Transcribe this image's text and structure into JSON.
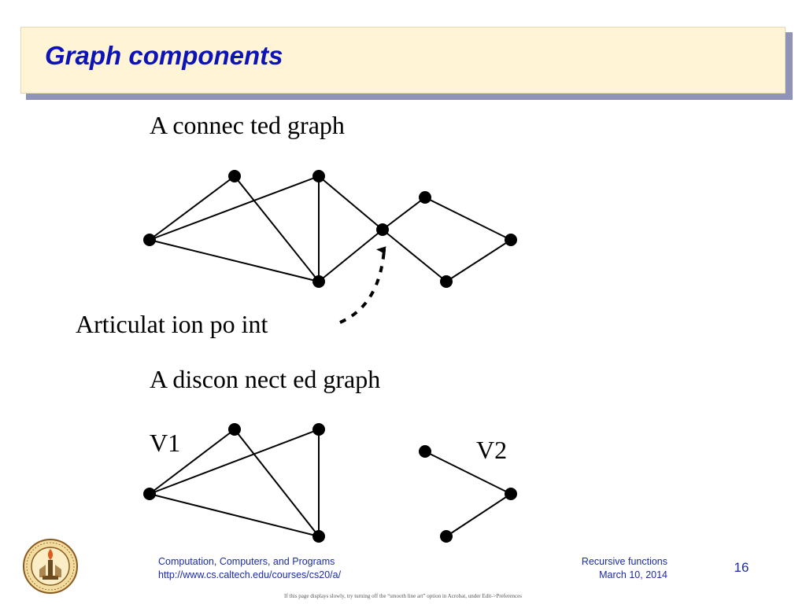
{
  "slide": {
    "title": "Graph components",
    "connected_label": "A connec ted  graph",
    "articulation_label": "Articulat ion po int",
    "disconnected_label": "A discon nect ed graph",
    "v1_label": "V1",
    "v2_label": "V2"
  },
  "colors": {
    "title": "#0c14b8",
    "title_box": "#fff4d6",
    "title_shadow": "#8f93b8",
    "footer_text": "#1a2ba8",
    "graph": "#000000"
  },
  "footer": {
    "course_name": "Computation, Computers, and Programs",
    "course_url": "http://www.cs.caltech.edu/courses/cs20/a/",
    "topic": "Recursive functions",
    "date": "March 10, 2014",
    "page_number": "16",
    "note": "If this page displays slowly, try turning off the “smooth line art” option in Acrobat, under Edit->Preferences",
    "logo_icon": "caltech-seal-icon"
  }
}
